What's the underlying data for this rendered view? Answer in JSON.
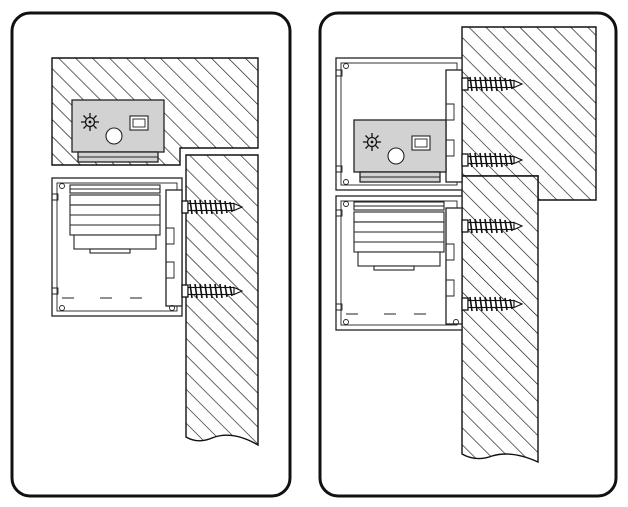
{
  "figure": {
    "panels": [
      {
        "id": "left",
        "screw_count": 2,
        "profile_modules": 1,
        "has_control_unit": true
      },
      {
        "id": "right",
        "screw_count": 4,
        "profile_modules": 2,
        "has_control_unit": true
      }
    ],
    "colors": {
      "outline": "#111111",
      "background": "#ffffff",
      "device_fill": "#d2d2d2",
      "hatch": "#111111"
    },
    "icons": [
      "gear-icon",
      "circle-icon",
      "square-button-icon",
      "screw-icon",
      "hatched-wall"
    ]
  }
}
